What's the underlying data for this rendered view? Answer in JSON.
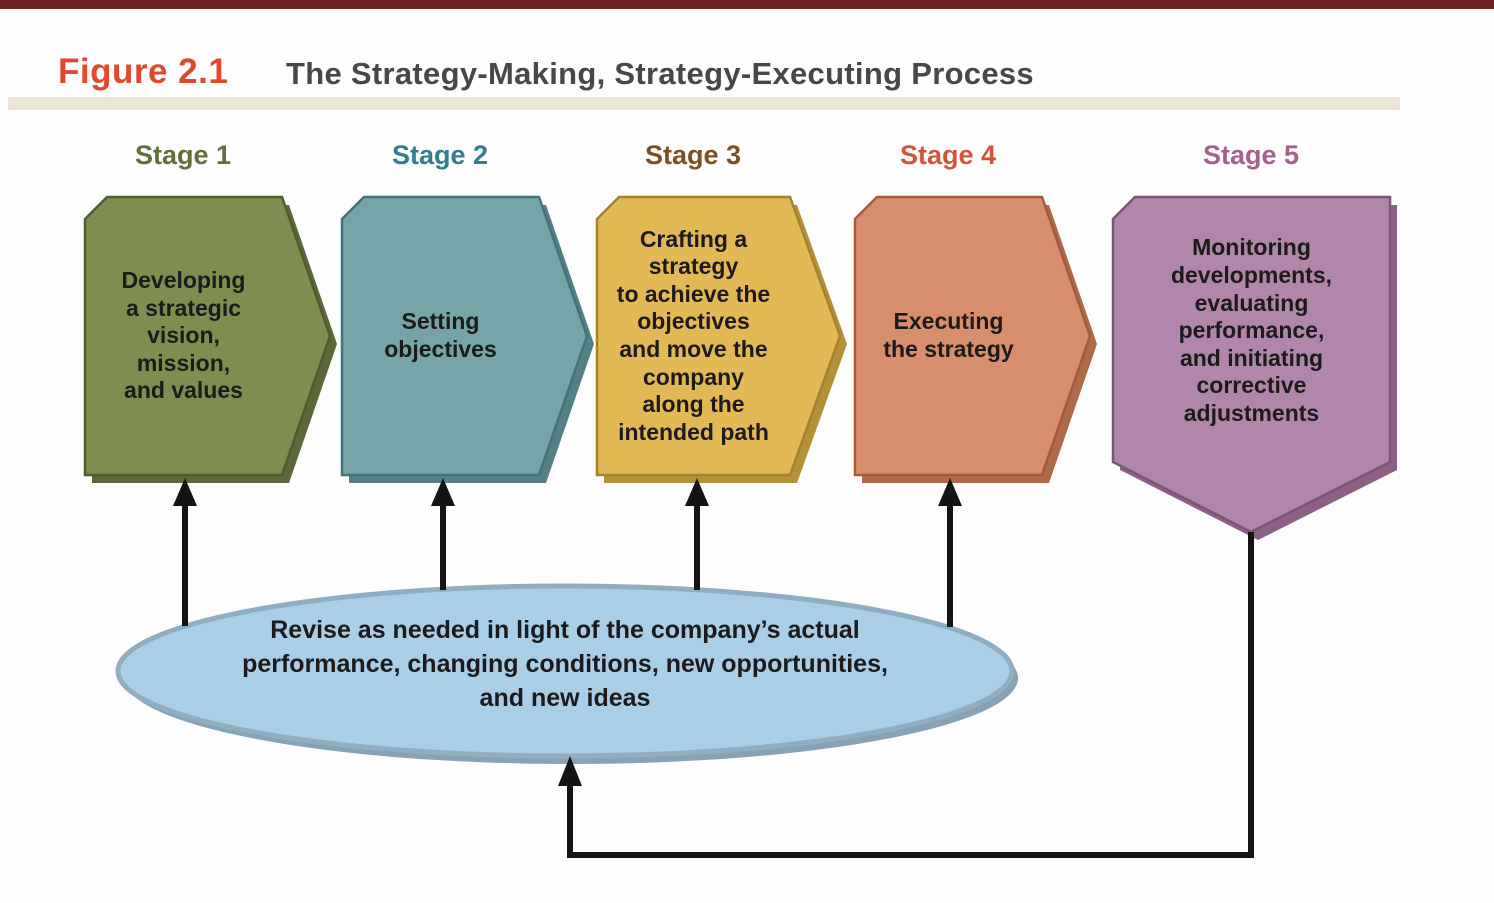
{
  "figure": {
    "label": "Figure 2.1",
    "label_color": "#e1492f",
    "title": "The Strategy-Making, Strategy-Executing Process",
    "title_color": "#474747",
    "top_bar_color": "#6d2423",
    "rule_color": "#ece4d3",
    "background": "#fdfdfd"
  },
  "stages": [
    {
      "label": "Stage 1",
      "label_color": "#5f6f39",
      "fill": "#7e8e51",
      "edge": "#4e5c2f",
      "shadow": "#5a683b",
      "text": "Developing\na strategic\nvision,\nmission,\nand values"
    },
    {
      "label": "Stage 2",
      "label_color": "#2f7f8e",
      "fill": "#76a4a8",
      "edge": "#44737a",
      "shadow": "#567f85",
      "text": "Setting\nobjectives"
    },
    {
      "label": "Stage 3",
      "label_color": "#7c4e20",
      "fill": "#e2b954",
      "edge": "#a3832e",
      "shadow": "#b3903a",
      "text": "Crafting a\nstrategy\nto achieve the\nobjectives\nand move the\ncompany\nalong the\nintended path"
    },
    {
      "label": "Stage 4",
      "label_color": "#d4543a",
      "fill": "#d88e6d",
      "edge": "#a55a3b",
      "shadow": "#af6a49",
      "text": "Executing\nthe strategy"
    },
    {
      "label": "Stage 5",
      "label_color": "#a4608e",
      "fill": "#b186ab",
      "edge": "#7d5477",
      "shadow": "#8a6184",
      "text": "Monitoring\ndevelopments,\nevaluating\nperformance,\nand initiating\ncorrective\nadjustments"
    }
  ],
  "ellipse": {
    "fill": "#a9cee5",
    "edge": "#90aec2",
    "shadow": "#87a2b5",
    "text": "Revise as needed in light of the company’s actual\nperformance, changing conditions, new opportunities,\nand new ideas"
  },
  "arrows": {
    "color": "#141414"
  }
}
